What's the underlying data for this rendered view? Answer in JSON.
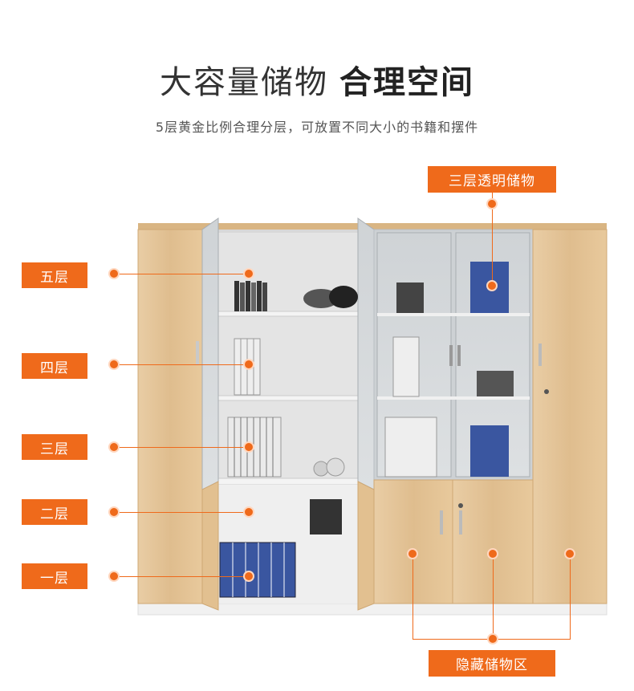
{
  "title": {
    "light": "大容量储物",
    "bold": "合理空间"
  },
  "subtitle": "5层黄金比例合理分层，可放置不同大小的书籍和摆件",
  "callouts": {
    "top": "三层透明储物",
    "bottom": "隐藏储物区",
    "levels": [
      "五层",
      "四层",
      "三层",
      "二层",
      "一层"
    ]
  },
  "colors": {
    "accent": "#ef6a1b",
    "wood": "#e3c295",
    "frame": "#b9bec3"
  }
}
